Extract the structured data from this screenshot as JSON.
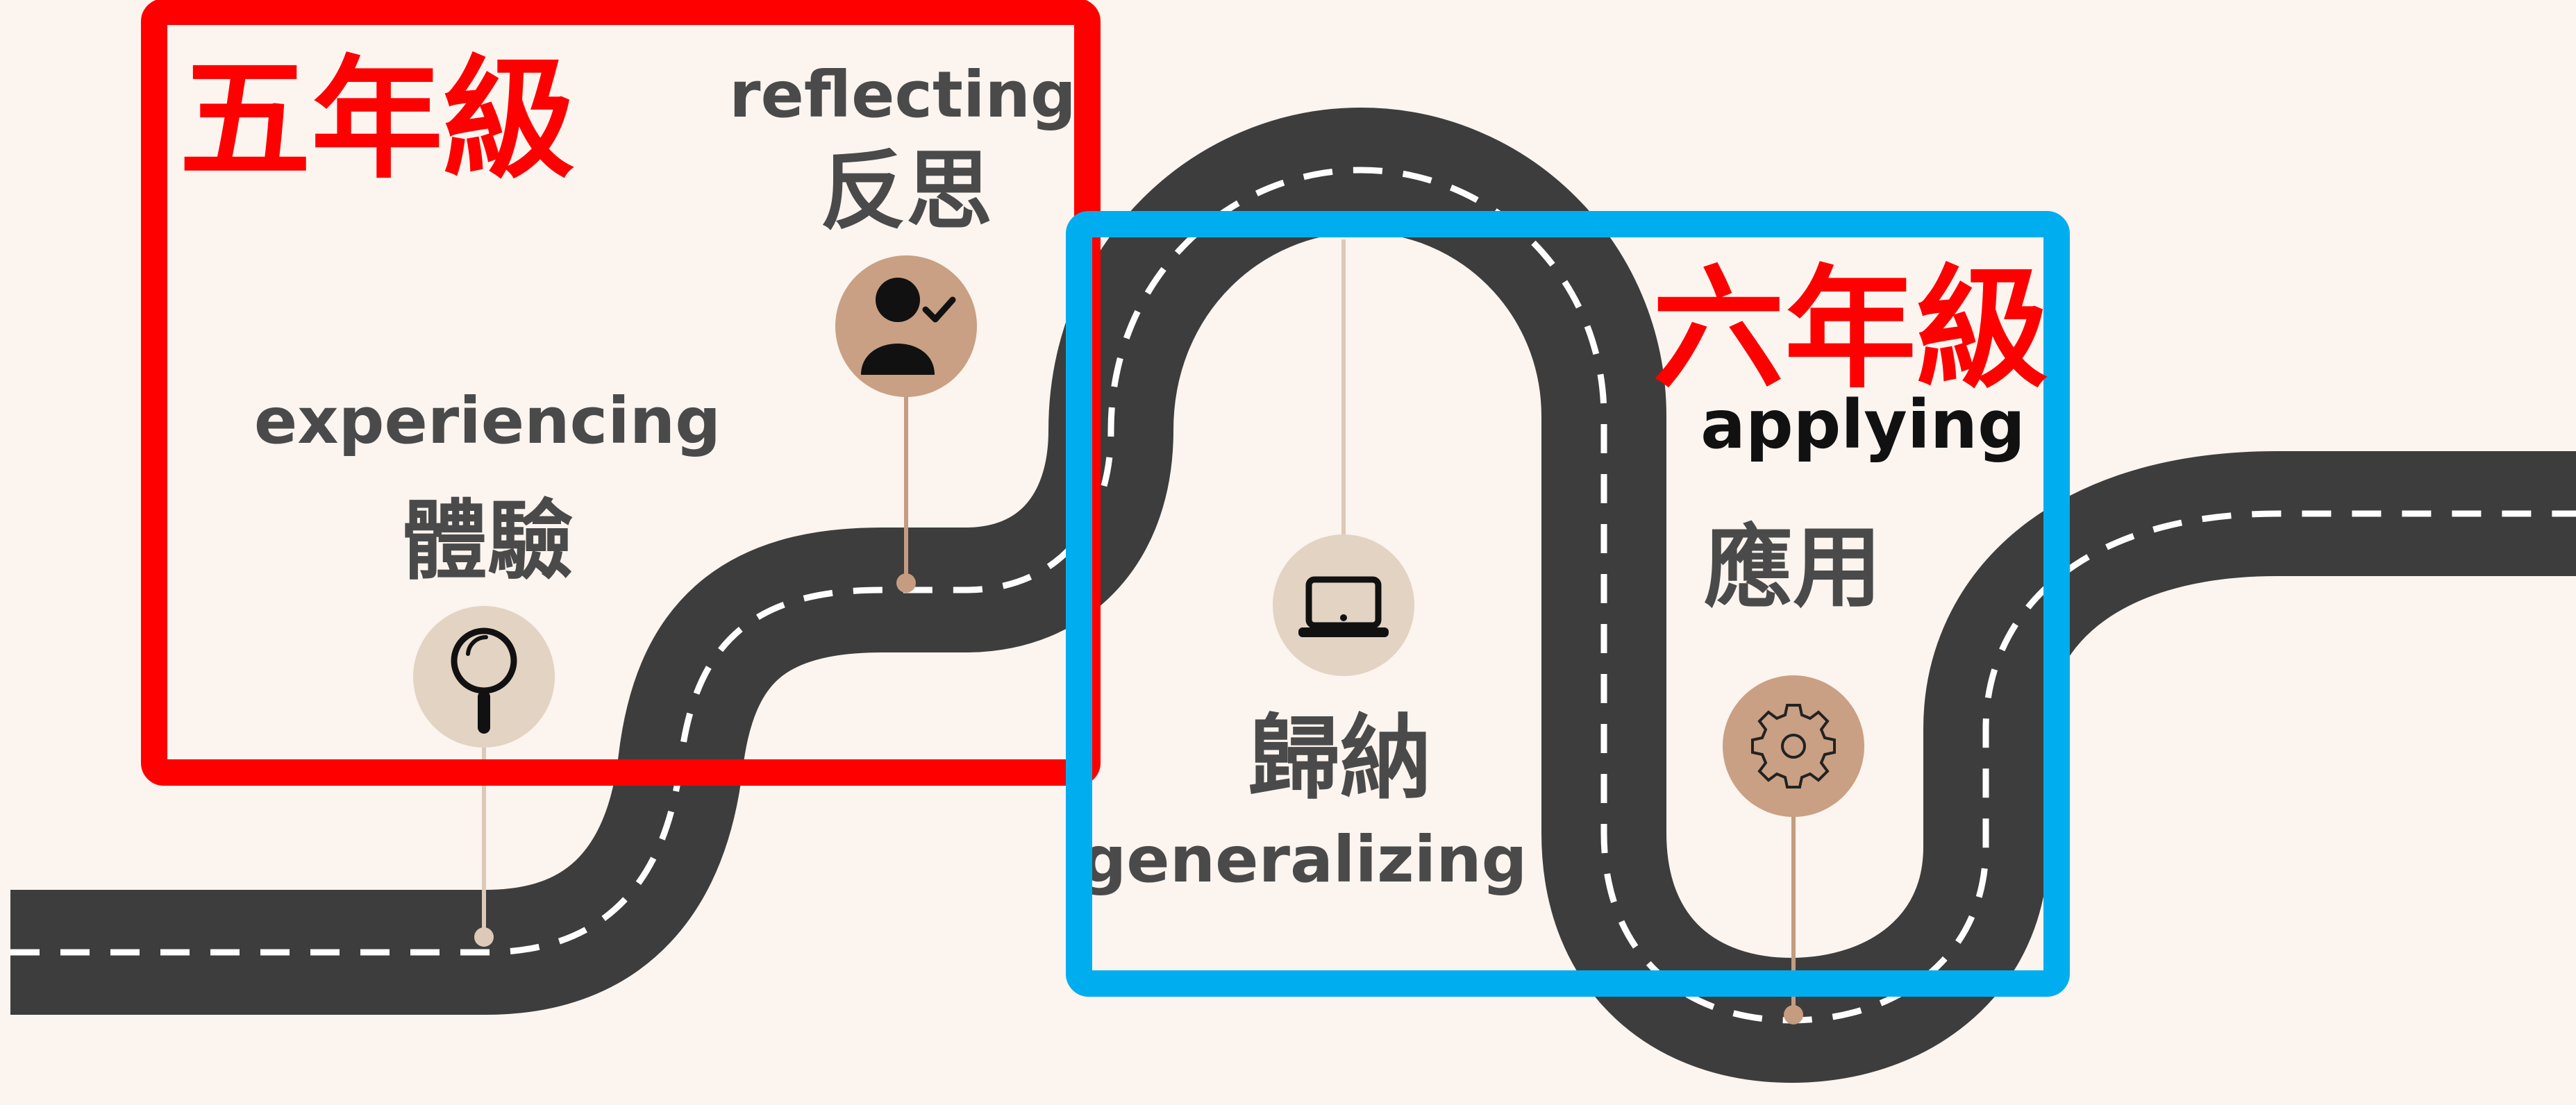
{
  "grades": {
    "grade5": {
      "label": "五年級",
      "color": "#ff0000"
    },
    "grade6": {
      "label": "六年級",
      "color": "#ff0000",
      "frame_color": "#00aeef"
    }
  },
  "stages": [
    {
      "english": "experiencing",
      "chinese": "體驗",
      "icon": "magnifier-icon",
      "circle_color": "#e3d3c3"
    },
    {
      "english": "reflecting",
      "chinese": "反思",
      "icon": "person-check-icon",
      "circle_color": "#c9a083"
    },
    {
      "english": "generalizing",
      "chinese": "歸納",
      "icon": "laptop-icon",
      "circle_color": "#e3d3c3"
    },
    {
      "english": "applying",
      "chinese": "應用",
      "icon": "gear-icon",
      "circle_color": "#c9a083"
    }
  ],
  "colors": {
    "background": "#fbf4ef",
    "road": "#3d3d3d",
    "road_dash": "#ffffff",
    "label_text": "#4a4a4a",
    "pin_light": "#dcc9b8",
    "pin_dark": "#c59c80"
  }
}
